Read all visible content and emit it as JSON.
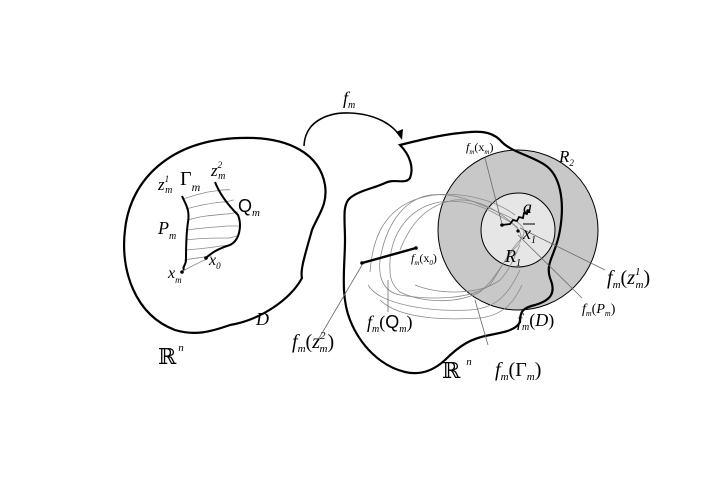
{
  "diagram": {
    "mapping_label": {
      "f": "f",
      "sub": "m"
    },
    "left_domain": {
      "space": {
        "symbol": "ℝ",
        "sup": "n"
      },
      "domain_label": "D",
      "labels": {
        "z1": {
          "base": "z",
          "sup": "1",
          "sub": "m"
        },
        "z2": {
          "base": "z",
          "sup": "2",
          "sub": "m"
        },
        "gamma": {
          "base": "Γ",
          "sub": "m"
        },
        "Q": {
          "base": "Q",
          "sub": "m"
        },
        "P": {
          "base": "P",
          "sub": "m"
        },
        "x0": {
          "base": "x",
          "sub": "0"
        },
        "xm": {
          "base": "x",
          "sub": "m"
        }
      }
    },
    "right_domain": {
      "space": {
        "symbol": "ℝ",
        "sup": "n"
      },
      "labels": {
        "fm_xm": {
          "f": "f",
          "fsub": "m",
          "arg": "(x",
          "argsub": "m",
          "close": ")"
        },
        "R2": {
          "base": "R",
          "sub": "2"
        },
        "a": "a",
        "x1": {
          "base": "x",
          "sub": "1"
        },
        "R1": {
          "base": "R",
          "sub": "1"
        },
        "fm_x0": {
          "f": "f",
          "fsub": "m",
          "arg": "(x",
          "argsub": "0",
          "close": ")"
        },
        "fm_Q": {
          "f": "f",
          "fsub": "m",
          "open": "(",
          "arg": "Q",
          "argsub": "m",
          "close": ")"
        },
        "fm_z2": {
          "f": "f",
          "fsub": "m",
          "open": "(",
          "arg": "z",
          "argsup": "2",
          "argsub": "m",
          "close": ")"
        },
        "fm_D": {
          "f": "f",
          "fsub": "m",
          "open": "(",
          "arg": "D",
          "close": ")"
        },
        "fm_Gamma": {
          "f": "f",
          "fsub": "m",
          "open": "(",
          "arg": "Γ",
          "argsub": "m",
          "close": ")"
        },
        "fm_z1": {
          "f": "f",
          "fsub": "m",
          "open": "(",
          "arg": "z",
          "argsup": "1",
          "argsub": "m",
          "close": ")"
        },
        "fm_P": {
          "f": "f",
          "fsub": "m",
          "open": "(",
          "arg": "P",
          "argsub": "m",
          "close": ")"
        }
      }
    },
    "colors": {
      "outer_ball_fill": "#c8c8c8",
      "inner_ball_fill": "#e6e6e6",
      "thin_curve": "#8a8a8a",
      "stroke": "#000000"
    }
  }
}
